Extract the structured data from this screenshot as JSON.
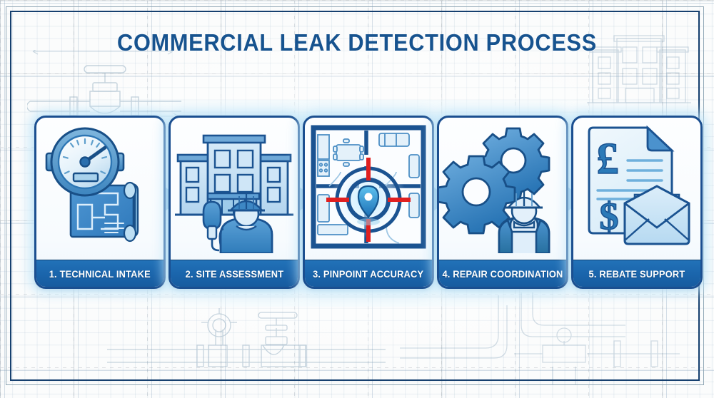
{
  "page": {
    "title": "COMMERCIAL LEAK DETECTION PROCESS",
    "background_style": "blueprint-grid",
    "colors": {
      "title_blue": "#17538f",
      "card_border": "#1b4f90",
      "label_band": "#1a64ab",
      "arrow_blue": "#1d6fb8",
      "accent_red": "#e02020",
      "grid_line": "#8caac3",
      "frame": "#16406f"
    }
  },
  "steps": [
    {
      "number": "1.",
      "label": "1. TECHNICAL INTAKE",
      "icon": "pressure-gauge-and-blueprint-icon",
      "icon_parts": [
        "pressure-gauge",
        "rolled-blueprint",
        "floor-plan-lines"
      ]
    },
    {
      "number": "2.",
      "label": "2. SITE ASSESSMENT",
      "icon": "commercial-building-and-technician-icon",
      "icon_parts": [
        "office-building",
        "technician-hardhat",
        "listening-device"
      ]
    },
    {
      "number": "3.",
      "label": "3. PINPOINT ACCURACY",
      "icon": "floorplan-crosshair-pin-icon",
      "icon_parts": [
        "floor-plan",
        "crosshair-target",
        "location-pin",
        "red-markers"
      ]
    },
    {
      "number": "4.",
      "label": "4. REPAIR COORDINATION",
      "icon": "gears-and-worker-icon",
      "icon_parts": [
        "large-gear",
        "small-gear",
        "worker-overalls"
      ]
    },
    {
      "number": "5.",
      "label": "5. REBATE SUPPORT",
      "icon": "invoice-and-envelope-icon",
      "icon_parts": [
        "document-pound-symbol",
        "dollar-symbol",
        "open-envelope"
      ]
    }
  ],
  "connectors": [
    {
      "name": "arrow-1-to-2",
      "direction": "right"
    },
    {
      "name": "arrow-2-to-3",
      "direction": "right"
    },
    {
      "name": "arrow-3-to-4",
      "direction": "right"
    },
    {
      "name": "arrow-4-to-5",
      "direction": "right"
    }
  ],
  "background_schematics": [
    {
      "name": "pipe-valve-schematic-top-left"
    },
    {
      "name": "dimension-arrow-top-left"
    },
    {
      "name": "building-elevation-schematic-top-right"
    },
    {
      "name": "pipe-valve-schematic-bottom"
    },
    {
      "name": "pipe-riser-schematic-bottom-right"
    }
  ]
}
